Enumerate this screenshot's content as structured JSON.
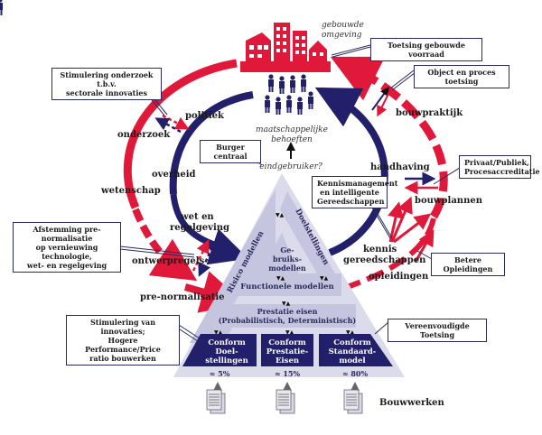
{
  "top": {
    "built_env": [
      "gebouwde",
      "omgeving"
    ],
    "society": [
      "maatschappelijke",
      "behoeften"
    ],
    "end_user": "eindgebruiker?"
  },
  "cycle_labels": {
    "onderzoek": "onderzoek",
    "politiek": "politiek",
    "overheid": "overheid",
    "wetenschap": "wetenschap",
    "wet_en": "wet en",
    "regelgeving": "regelgeving",
    "ontwerpregels": "ontwerpregels",
    "pre_normalisatie": "pre-normalisatie",
    "bouwpraktijk": "bouwpraktijk",
    "handhaving": "handhaving",
    "bouwplannen": "bouwplannen",
    "kennis": "kennis",
    "gereedschappen": "gereedschappen",
    "opleidingen": "opleidingen",
    "bouwwerken": "Bouwwerken"
  },
  "callouts": {
    "stimulering_onderzoek": [
      "Stimulering onderzoek t.b.v.",
      "sectorale innovaties"
    ],
    "toetsing_voorraad": [
      "Toetsing gebouwde voorraad"
    ],
    "object_proces": [
      "Object en proces toetsing"
    ],
    "burger_centraal": [
      "Burger centraal"
    ],
    "privaat_publiek": [
      "Privaat/Publiek,",
      "Procesaccreditatie"
    ],
    "kennismanagement": [
      "Kennismanagement",
      "en intelligente",
      "Gereedschappen"
    ],
    "afstemming": [
      "Afstemming pre-normalisatie",
      "op vernieuwing technologie,",
      "wet- en regelgeving"
    ],
    "betere_opleidingen": [
      "Betere Opleidingen"
    ],
    "stimulering_innovaties": [
      "Stimulering van innovaties;",
      "Hogere Performance/Price",
      "ratio bouwerken"
    ],
    "vereenvoudigde": [
      "Vereenvoudigde Toetsing"
    ]
  },
  "pyramid": {
    "left_side": "Risico modellen",
    "right_side": "Doelstellingen",
    "gebruiks": [
      "Ge-",
      "bruiks-",
      "modellen"
    ],
    "functionele": "Functionele modellen",
    "prestatie": [
      "Prestatie eisen",
      "(Probabilistisch, Deterministisch)"
    ],
    "boxes": [
      {
        "lines": [
          "Conform",
          "Doel-",
          "stellingen"
        ],
        "share": "≈ 5%"
      },
      {
        "lines": [
          "Conform",
          "Prestatie-",
          "Eisen"
        ],
        "share": "≈ 15%"
      },
      {
        "lines": [
          "Conform",
          "Standaard-",
          "model"
        ],
        "share": "≈ 80%"
      }
    ]
  },
  "colors": {
    "red": "#e0193a",
    "navy": "#23206b",
    "pyramid_light": "#d9d8ea",
    "pyramid_mid": "#c4c3de"
  }
}
